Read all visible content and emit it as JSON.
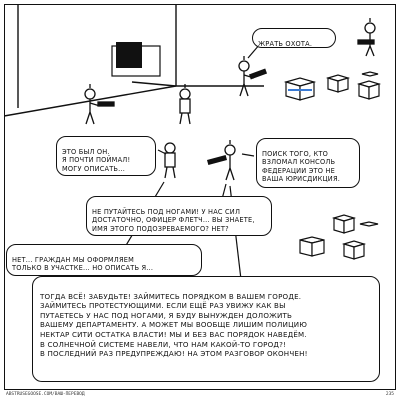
{
  "speech": {
    "hunt": "ЖРАТЬ ОХОТА.",
    "witness": "ЭТО БЫЛ ОН.\nЯ ПОЧТИ ПОЙМАЛ!\nМОГУ ОПИСАТЬ...",
    "search": "ПОИСК ТОГО, КТО\nВЗЛОМАЛ КОНСОЛЬ\nФЕДЕРАЦИИ ЭТО НЕ\nВАША ЮРИСДИКЦИЯ.",
    "officer": "НЕ ПУТАЙТЕСЬ ПОД НОГАМИ! У НАС СИЛ\nДОСТАТОЧНО, ОФИЦЕР ФЛЕТЧ... ВЫ ЗНАЕТЕ,\nИМЯ ЭТОГО ПОДОЗРЕВАЕМОГО? НЕТ?",
    "reply": "НЕТ... ГРАЖДАН МЫ ОФОРМЛЯЕМ\nТОЛЬКО В УЧАСТКЕ... НО ОПИСАТЬ Я...",
    "rant": "ТОГДА ВСЁ! ЗАБУДЬТЕ! ЗАЙМИТЕСЬ ПОРЯДКОМ В ВАШЕМ ГОРОДЕ.\nЗАЙМИТЕСЬ ПРОТЕСТУЮЩИМИ. ЕСЛИ ЕЩЁ РАЗ УВИЖУ КАК ВЫ\nПУТАЕТЕСЬ У НАС ПОД НОГАМИ, Я БУДУ ВЫНУЖДЕН ДОЛОЖИТЬ\nВАШЕМУ ДЕПАРТАМЕНТУ. А МОЖЕТ МЫ ВООБЩЕ ЛИШИМ ПОЛИЦИЮ\nНЕКТАР СИТИ ОСТАТКА ВЛАСТИ! МЫ И БЕЗ ВАС ПОРЯДОК НАВЕДЁМ.\nВ СОЛНЕЧНОЙ СИСТЕМЕ НАВЕЛИ, ЧТО НАМ КАКОЙ-ТО ГОРОД?!\nВ ПОСЛЕДНИЙ РАЗ ПРЕДУПРЕЖДАЮ! НА ЭТОМ РАЗГОВОР ОКОНЧЕН!"
  },
  "footer": {
    "site": "ABSTRUSEGOOSE.COM/ВАШ-ПЕРЕВОД",
    "page": "235"
  },
  "colors": {
    "ink": "#111111",
    "accent_blue": "#3a7bd5",
    "paper": "#ffffff"
  }
}
